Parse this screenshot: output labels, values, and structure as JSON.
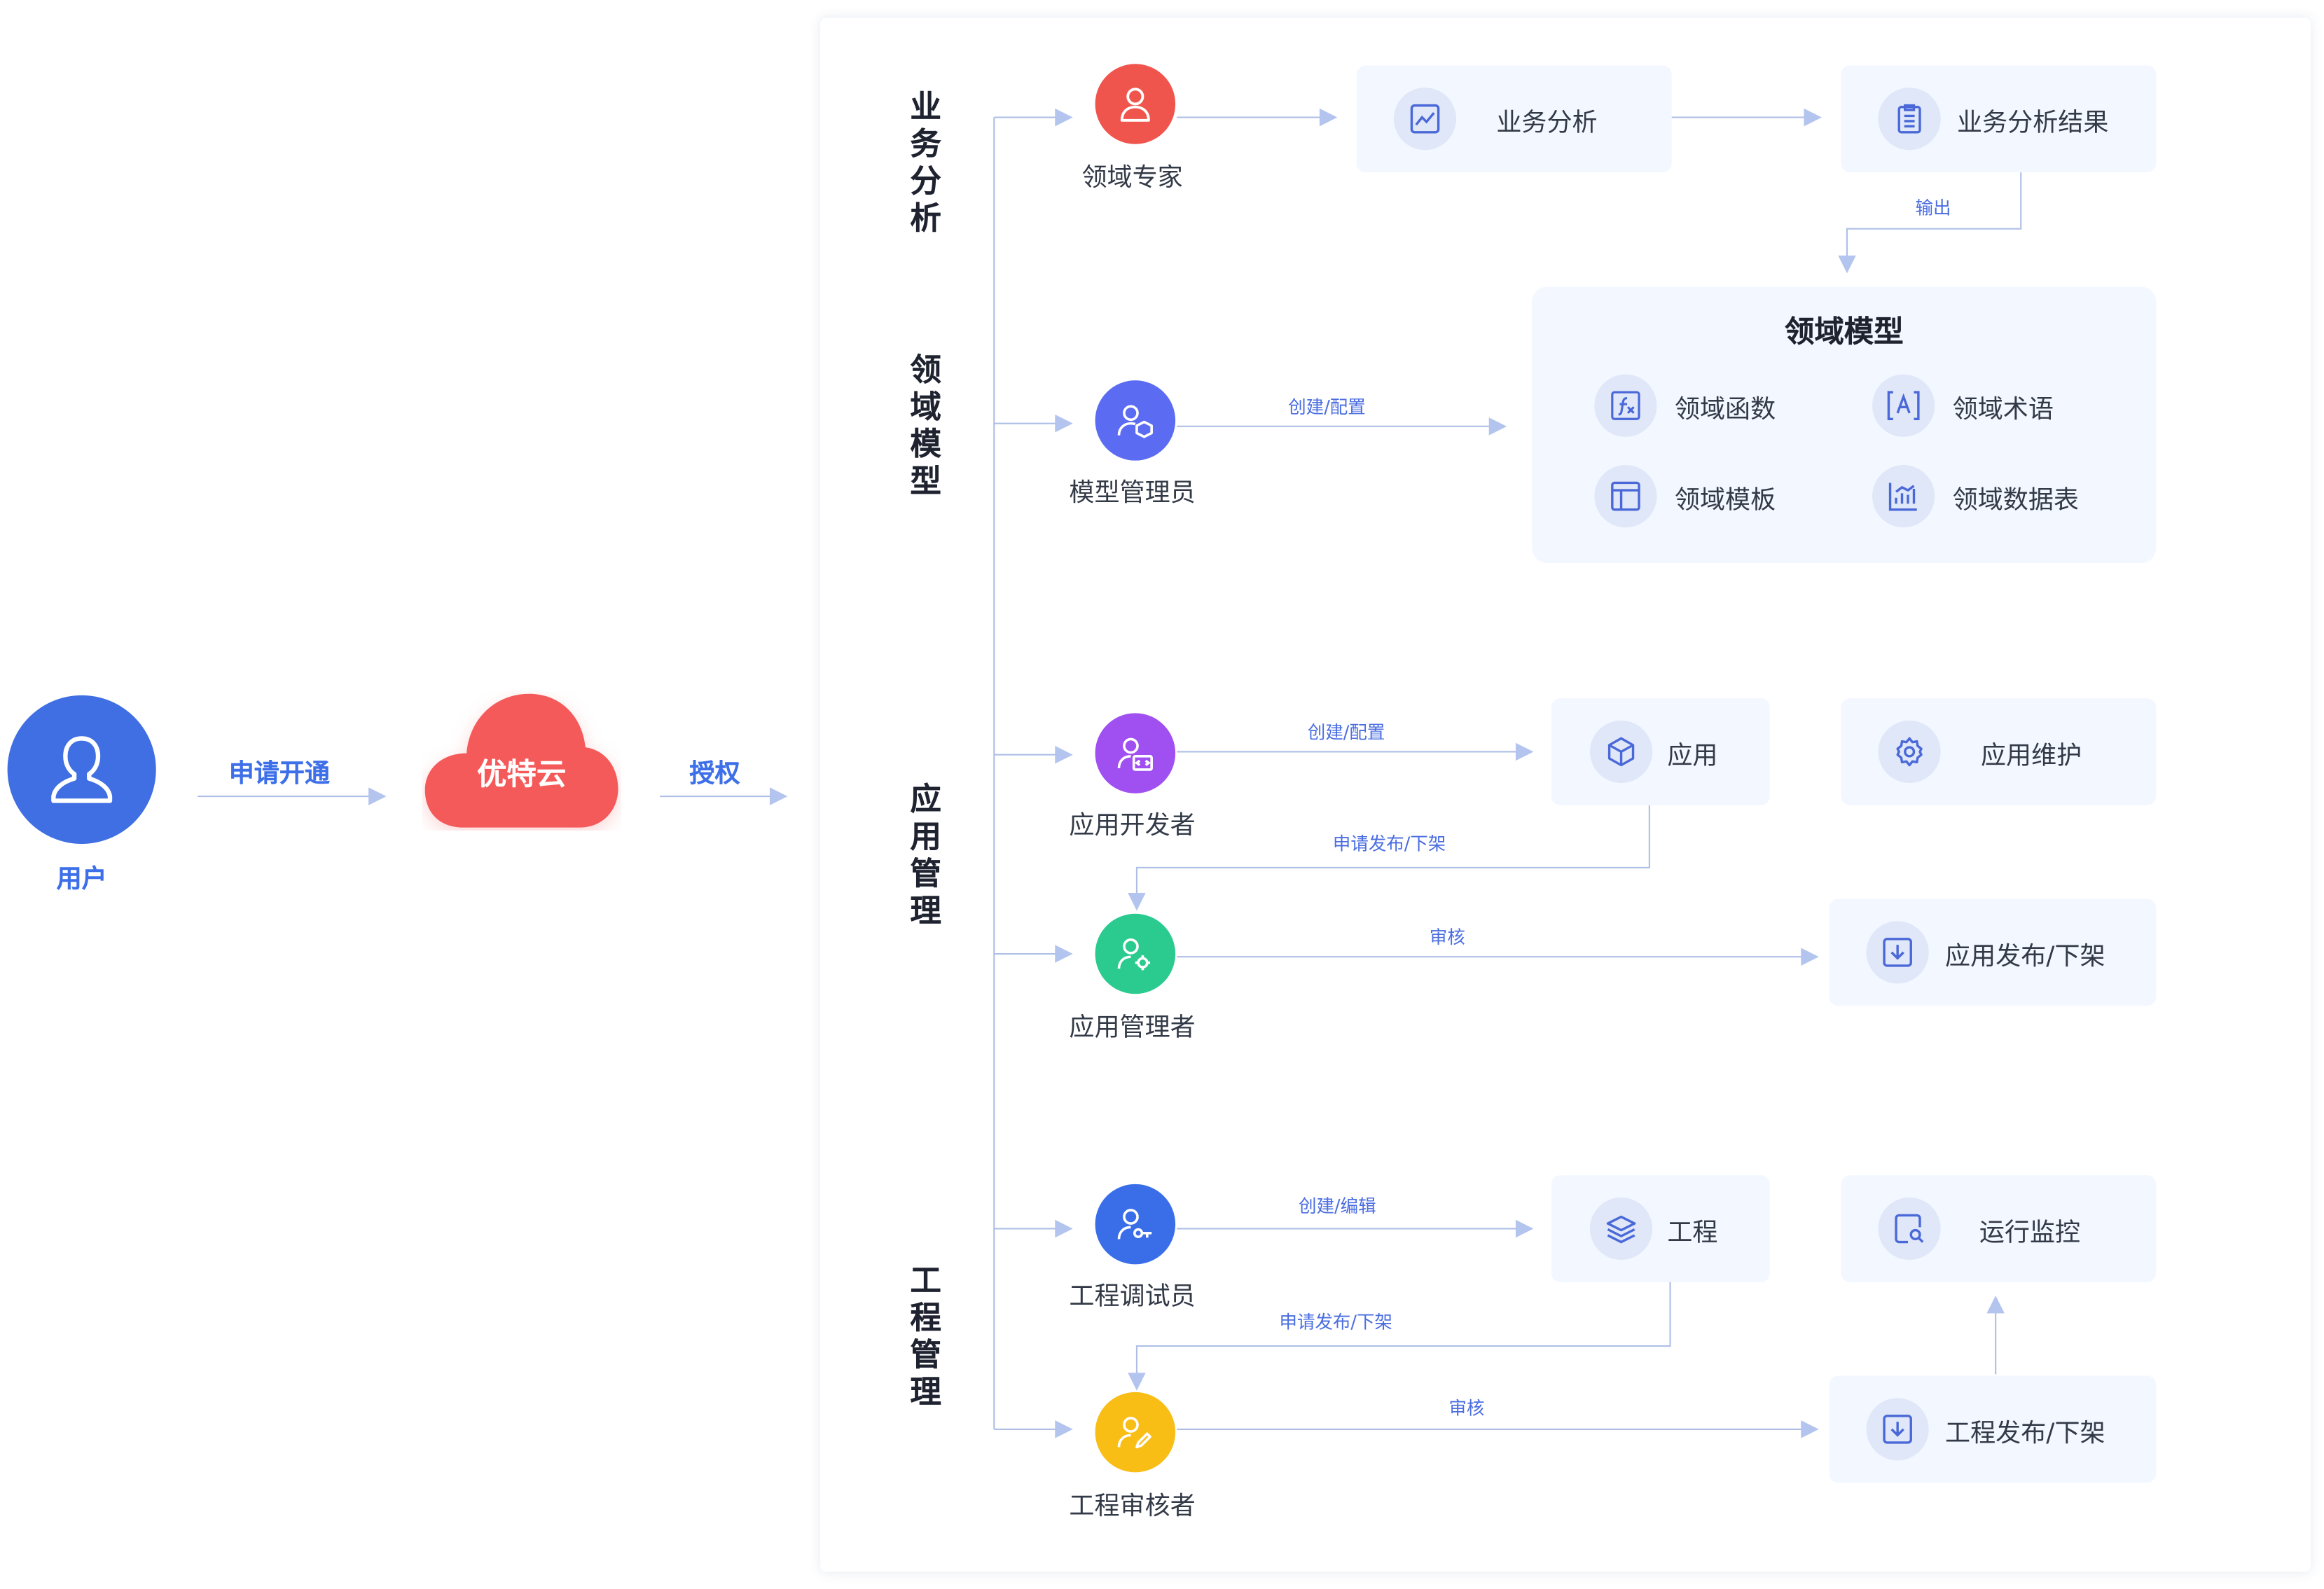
{
  "user": {
    "label": "用户"
  },
  "flow": {
    "apply_label": "申请开通",
    "cloud_label": "优特云",
    "authorize_label": "授权"
  },
  "sections": [
    {
      "id": "biz",
      "label": "业务分析"
    },
    {
      "id": "model",
      "label": "领域模型"
    },
    {
      "id": "app",
      "label": "应用管理"
    },
    {
      "id": "eng",
      "label": "工程管理"
    }
  ],
  "roles": {
    "domain_expert": "领域专家",
    "model_admin": "模型管理员",
    "app_developer": "应用开发者",
    "app_manager": "应用管理者",
    "eng_debugger": "工程调试员",
    "eng_reviewer": "工程审核者"
  },
  "cards": {
    "biz_analysis": "业务分析",
    "biz_result": "业务分析结果",
    "app": "应用",
    "app_maintenance": "应用维护",
    "app_publish": "应用发布/下架",
    "engineering": "工程",
    "run_monitor": "运行监控",
    "eng_publish": "工程发布/下架"
  },
  "domain_model": {
    "title": "领域模型",
    "items": {
      "function": "领域函数",
      "term": "领域术语",
      "template": "领域模板",
      "datatable": "领域数据表"
    }
  },
  "edges": {
    "output": "输出",
    "create_config_model": "创建/配置",
    "create_config_app": "创建/配置",
    "request_publish_app": "申请发布/下架",
    "review_app": "审核",
    "create_edit_eng": "创建/编辑",
    "request_publish_eng": "申请发布/下架",
    "review_eng": "审核"
  },
  "colors": {
    "user": "#3f6fe3",
    "cloud": "#f55a5a",
    "domain_expert": "#f0554d",
    "model_admin": "#5b6cf3",
    "app_developer": "#a04ff0",
    "app_manager": "#2bcb8f",
    "eng_debugger": "#3a6ee9",
    "eng_reviewer": "#f8be16",
    "line": "#aebfe6",
    "arrow": "#b3c4ee",
    "icon": "#4a68d8"
  },
  "icons": {
    "user": "person-icon",
    "domain_expert": "person-icon",
    "model_admin": "person-cube-icon",
    "app_developer": "person-code-icon",
    "app_manager": "person-gear-icon",
    "eng_debugger": "person-key-icon",
    "eng_reviewer": "person-pen-icon",
    "biz_analysis": "chart-line-icon",
    "biz_result": "clipboard-icon",
    "app": "cube-icon",
    "app_maintenance": "gear-icon",
    "app_publish": "download-box-icon",
    "engineering": "layers-icon",
    "run_monitor": "monitor-search-icon",
    "eng_publish": "download-box-icon",
    "function": "fx-icon",
    "term": "bracket-a-icon",
    "template": "layout-icon",
    "datatable": "bar-chart-icon"
  }
}
